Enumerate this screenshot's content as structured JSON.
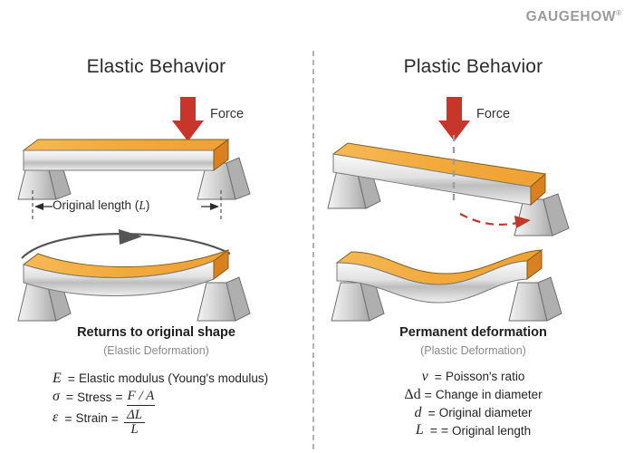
{
  "brand": {
    "name": "GAUGEHOW",
    "tm": "®"
  },
  "panels": {
    "elastic": {
      "title": "Elastic Behavior",
      "force_label": "Force",
      "dimension_label_prefix": "Original length (",
      "dimension_label_symbol": "L",
      "dimension_label_suffix": ")",
      "caption_main": "Returns to original shape",
      "caption_sub": "(Elastic Deformation)",
      "formulas": [
        {
          "symbol": "E",
          "equals": "=",
          "text": "Elastic modulus (Young's modulus)"
        },
        {
          "symbol": "σ",
          "equals": "=",
          "text": "Stress",
          "equals2": "=",
          "fraction_inline": "F / A"
        },
        {
          "symbol": "ε",
          "equals": "=",
          "text": "Strain",
          "equals2": "=",
          "numerator": "ΔL",
          "denominator": "L"
        }
      ]
    },
    "plastic": {
      "title": "Plastic Behavior",
      "force_label": "Force",
      "caption_main": "Permanent deformation",
      "caption_sub": "(Plastic Deformation)",
      "formulas": [
        {
          "symbol": "ν",
          "equals": "=",
          "text": "Poisson's ratio"
        },
        {
          "symbol": "Δd",
          "equals": "=",
          "text": "Change in diameter"
        },
        {
          "symbol": "d",
          "equals": "=",
          "text": "Original diameter"
        },
        {
          "symbol": "L",
          "equals": "= =",
          "text": "Original length"
        }
      ]
    }
  },
  "colors": {
    "beam_top": "#F2A93B",
    "beam_top_light": "#FBD08A",
    "beam_face_light": "#F2F2F2",
    "beam_face_mid": "#C9C9C9",
    "beam_end": "#D9811F",
    "support_light": "#EDEDED",
    "support_mid": "#BFBFBF",
    "support_dark": "#9A9A9A",
    "force_arrow": "#C8352A",
    "dashed_red": "#C0392B",
    "divider": "#B4B4B4",
    "brand_gray": "#9B9B9B",
    "title_dark": "#2C2C2C",
    "caption_gray": "#8A8A8A"
  },
  "icons": {
    "force_arrow": "down-arrow-icon",
    "return_arrow": "curved-return-arrow-icon",
    "shift_arrow": "dashed-shift-arrow-icon",
    "centerline": "dashed-centerline-icon",
    "dimension_arrows": "dimension-arrow-icon"
  }
}
